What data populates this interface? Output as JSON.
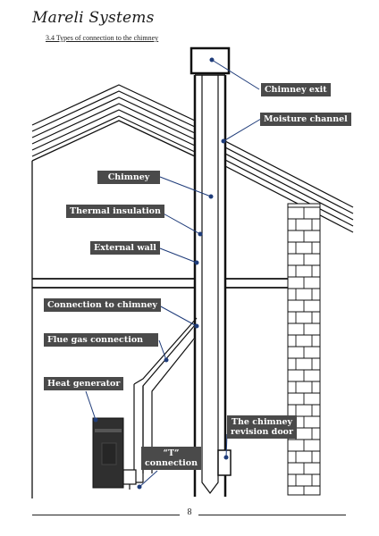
{
  "header": {
    "brand": "Mareli Systems",
    "section_title": "3.4 Types of connection to the chimney"
  },
  "labels": {
    "chimney_exit": "Chimney exit",
    "moisture_channel": "Moisture channel",
    "chimney": "Chimney",
    "thermal_insulation": "Thermal insulation",
    "external_wall": "External wall",
    "connection_to_chimney": "Connection to chimney",
    "flue_gas_connection": "Flue gas connection",
    "heat_generator": "Heat generator",
    "revision_door_line1": "The chimney",
    "revision_door_line2": "revision door",
    "t_connection_line1": "“T”",
    "t_connection_line2": "connection"
  },
  "footer": {
    "page_number": "8"
  },
  "colors": {
    "label_bg": "#4a4a4a",
    "leader": "#1f3c7a",
    "line": "#111111"
  }
}
